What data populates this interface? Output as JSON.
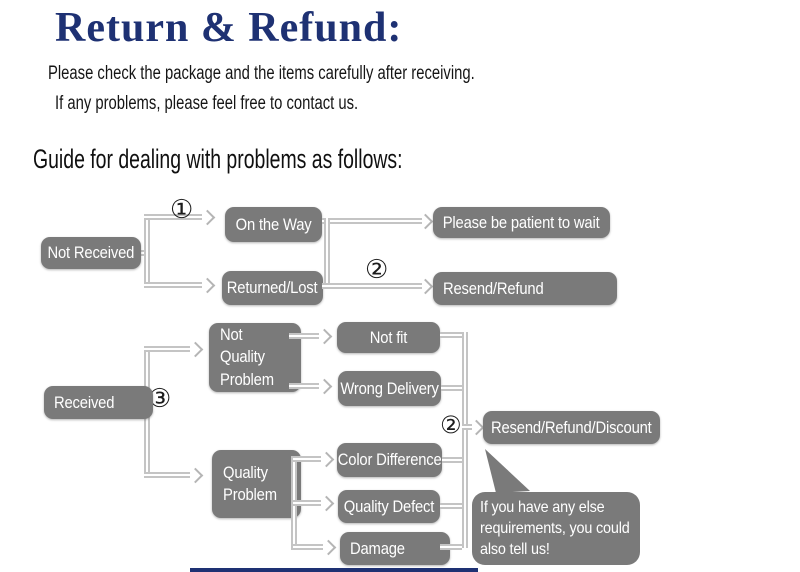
{
  "header": {
    "title": "Return & Refund:",
    "note1": "Please check the package and the items carefully after receiving.",
    "note2": "If any problems, please feel free to contact us.",
    "guide_heading": "Guide for dealing with problems as follows:"
  },
  "colors": {
    "title_navy": "#1e3173",
    "box_gray": "#7a7a7a",
    "connector_gray": "#c4c4c4",
    "box_text_white": "#ffffff"
  },
  "flowchart": {
    "markers": {
      "step1": "①",
      "step2_row1": "②",
      "step3": "③",
      "step2_row2": "②"
    },
    "nodes": {
      "not_received": "Not Received",
      "on_the_way": "On the Way",
      "returned_lost": "Returned/Lost",
      "patient_wait": "Please be patient to wait",
      "resend_refund": "Resend/Refund",
      "received": "Received",
      "not_quality_problem": "Not Quality Problem",
      "not_fit": "Not fit",
      "wrong_delivery": "Wrong Delivery",
      "quality_problem": "Quality Problem",
      "color_difference": "Color Difference",
      "quality_defect": "Quality Defect",
      "damage": "Damage",
      "resend_refund_discount": "Resend/Refund/Discount"
    },
    "bubble": {
      "line1": "If you have any else",
      "line2": "requirements, you could",
      "line3": "also tell us!"
    }
  }
}
